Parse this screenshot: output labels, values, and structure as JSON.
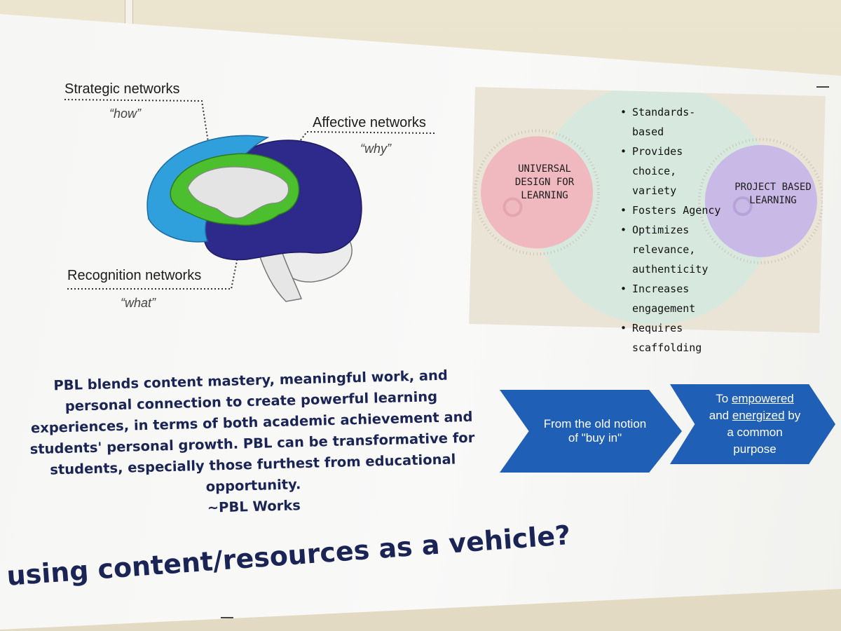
{
  "brain_diagram": {
    "labels": {
      "strategic": {
        "name": "Strategic networks",
        "quote": "“how”"
      },
      "affective": {
        "name": "Affective networks",
        "quote": "“why”"
      },
      "recognition": {
        "name": "Recognition networks",
        "quote": "“what”"
      }
    },
    "colors": {
      "strategic": "#2f9fdc",
      "affective": "#2a2a86",
      "recognition": "#4cbf2f"
    }
  },
  "udl_pbl": {
    "left_circle": "UNIVERSAL DESIGN FOR LEARNING",
    "right_circle": "PROJECT BASED LEARNING",
    "bullets": [
      "Standards-based",
      "Provides choice, variety",
      "Fosters Agency",
      "Optimizes relevance, authenticity",
      "Increases engagement",
      "Requires scaffolding"
    ],
    "colors": {
      "left_circle": "#f0b8bf",
      "right_circle": "#c9b9e6",
      "center_circle": "#cfe8de"
    }
  },
  "quote": {
    "text": "PBL blends content mastery, meaningful work, and personal connection to create powerful learning experiences, in terms of both academic achievement and students' personal growth. PBL can be transformative for students, especially those furthest from educational opportunity.",
    "attribution": "~PBL Works"
  },
  "arrows": {
    "first": "From the old notion of \"buy in\"",
    "second": {
      "prefix": "To",
      "word1": "empowered",
      "middle": "and",
      "word2": "energized",
      "suffix": "by a common purpose"
    }
  },
  "footer_question": "using content/resources as a vehicle?"
}
